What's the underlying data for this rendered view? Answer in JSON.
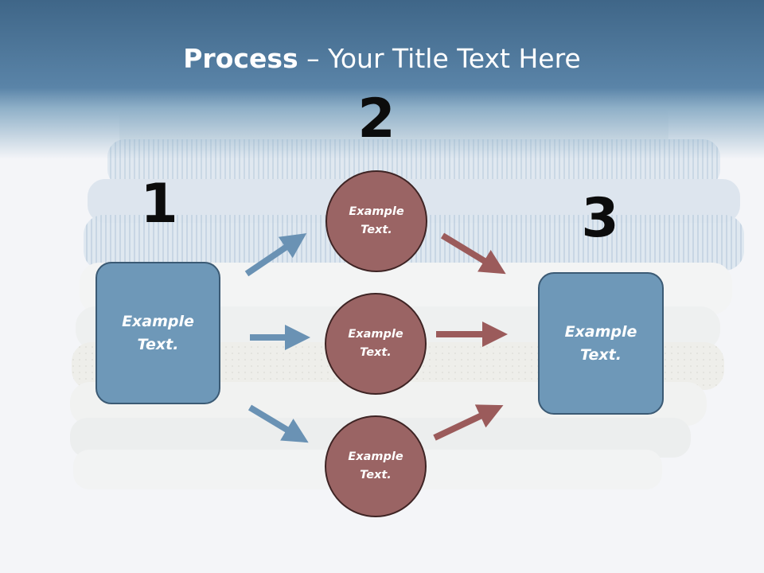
{
  "title": {
    "bold": "Process",
    "rest": " – Your Title Text Here"
  },
  "steps": {
    "one": "1",
    "two": "2",
    "three": "3"
  },
  "left_box": {
    "text": "Example\nText."
  },
  "right_box": {
    "text": "Example\nText."
  },
  "circles": [
    {
      "text": "Example\nText."
    },
    {
      "text": "Example\nText."
    },
    {
      "text": "Example\nText."
    }
  ],
  "colors": {
    "header": "#4d7599",
    "box_fill": "#6e98b8",
    "circle_fill": "#9a6464",
    "blue_arrow": "#6a92b4",
    "red_arrow": "#9b5b5b"
  }
}
